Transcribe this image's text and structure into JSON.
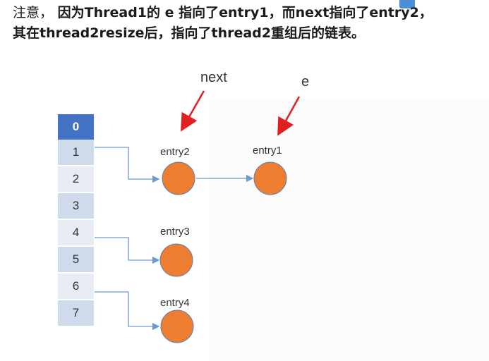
{
  "caption": {
    "line1_prefix": "注意，",
    "line1_rest": "因为Thread1的 e 指向了entry1，而next指向了entry2，",
    "line2": "其在thread2resize后，指向了thread2重组后的链表。"
  },
  "pointers": {
    "next": "next",
    "e": "e"
  },
  "buckets": [
    "0",
    "1",
    "2",
    "3",
    "4",
    "5",
    "6",
    "7"
  ],
  "entries": {
    "entry2": "entry2",
    "entry1": "entry1",
    "entry3": "entry3",
    "entry4": "entry4"
  },
  "colors": {
    "node_fill": "#ed7d31",
    "node_stroke": "#5a7fb0",
    "bucket_head": "#4472c4",
    "bucket_odd": "#cfdaea",
    "bucket_even": "#e8edf5",
    "arrow_red": "#e02020",
    "link_line": "#6a9ad0"
  }
}
